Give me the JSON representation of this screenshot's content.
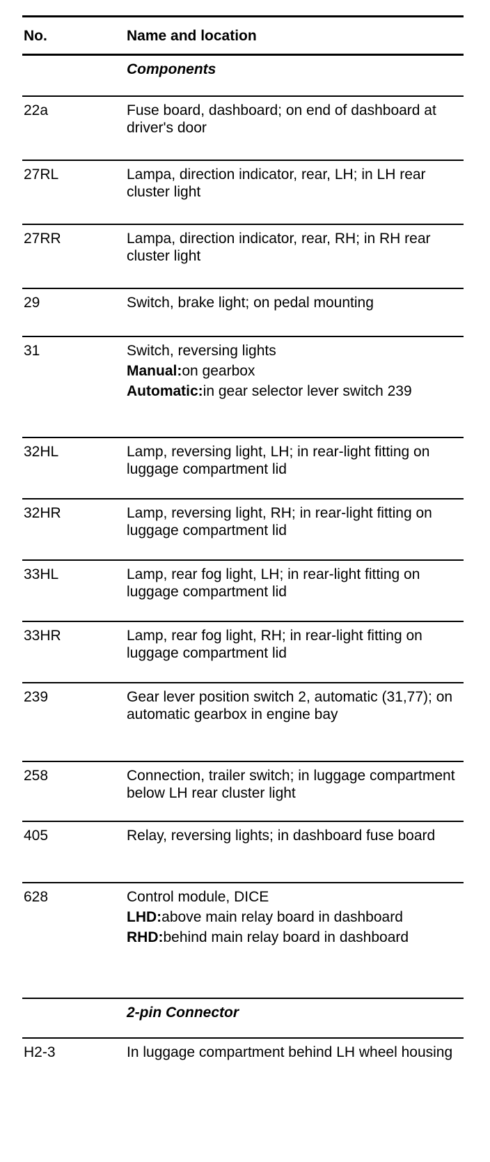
{
  "header": {
    "col_no": "No.",
    "col_name": "Name and location"
  },
  "sections": {
    "components": "Components",
    "connector": "2-pin Connector"
  },
  "rows": {
    "r22a": {
      "no": "22a",
      "name": "Fuse board, dashboard; on end of dashboard at driver's door"
    },
    "r27RL": {
      "no": "27RL",
      "name": "Lampa, direction indicator, rear, LH; in LH rear cluster light"
    },
    "r27RR": {
      "no": "27RR",
      "name": "Lampa, direction indicator, rear, RH; in RH rear cluster light"
    },
    "r29": {
      "no": "29",
      "name": "Switch, brake light; on pedal mounting"
    },
    "r31": {
      "no": "31",
      "name": "Switch, reversing lights",
      "sub1_label": "Manual:",
      "sub1_text": "on gearbox",
      "sub2_label": "Automatic:",
      "sub2_text": "in gear selector lever switch 239"
    },
    "r32HL": {
      "no": "32HL",
      "name": "Lamp, reversing light, LH; in rear-light fitting on luggage compartment lid"
    },
    "r32HR": {
      "no": "32HR",
      "name": "Lamp, reversing light, RH; in rear-light fitting on luggage compartment lid"
    },
    "r33HL": {
      "no": "33HL",
      "name": "Lamp, rear fog light, LH; in rear-light fitting on luggage compartment lid"
    },
    "r33HR": {
      "no": "33HR",
      "name": "Lamp, rear fog light, RH; in rear-light fitting on luggage compartment lid"
    },
    "r239": {
      "no": "239",
      "name": "Gear lever position switch 2, automatic (31,77); on automatic gearbox in engine bay"
    },
    "r258": {
      "no": "258",
      "name": "Connection, trailer switch; in luggage compartment below LH rear cluster light"
    },
    "r405": {
      "no": "405",
      "name": "Relay, reversing lights; in dashboard fuse board"
    },
    "r628": {
      "no": "628",
      "name": "Control module, DICE",
      "sub1_label": "LHD:",
      "sub1_text": "above main relay board in dashboard",
      "sub2_label": "RHD:",
      "sub2_text": "behind main relay board in dashboard"
    },
    "rH23": {
      "no": "H2-3",
      "name": "In luggage compartment behind LH wheel housing"
    }
  }
}
